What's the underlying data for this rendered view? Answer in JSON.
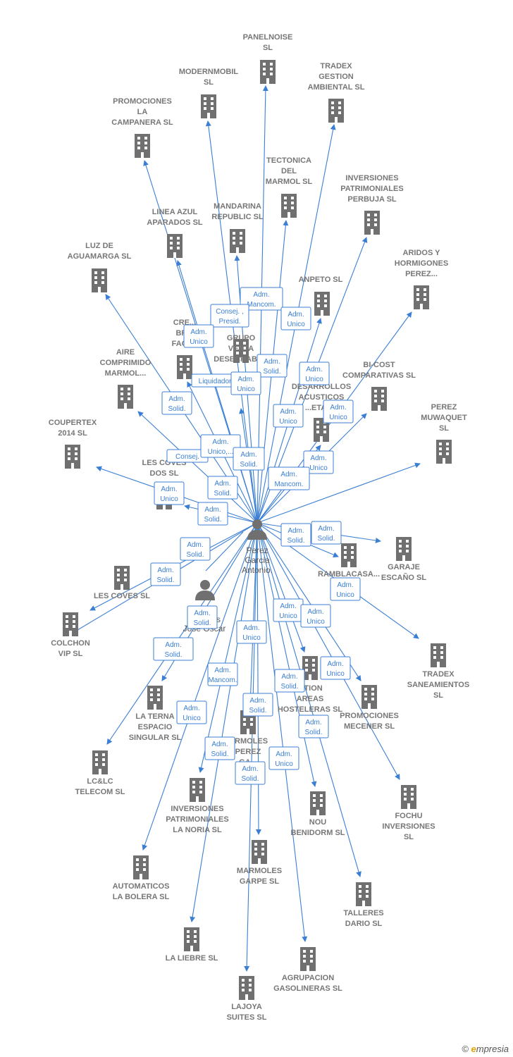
{
  "center": {
    "name_lines": [
      "Perez",
      "Garcia",
      "Antonio."
    ]
  },
  "person2": {
    "name_lines": [
      "...s",
      "Jose Oscar"
    ]
  },
  "companies": [
    {
      "id": "panelnoise",
      "lines": [
        "PANELNOISE",
        "SL"
      ]
    },
    {
      "id": "modernmobil",
      "lines": [
        "MODERNMOBIL",
        "SL"
      ]
    },
    {
      "id": "tradex-gestion",
      "lines": [
        "TRADEX",
        "GESTION",
        "AMBIENTAL  SL"
      ]
    },
    {
      "id": "promociones-campanera",
      "lines": [
        "PROMOCIONES",
        "LA",
        "CAMPANERA SL"
      ]
    },
    {
      "id": "tectonica",
      "lines": [
        "TECTONICA",
        "DEL",
        "MARMOL  SL"
      ]
    },
    {
      "id": "inversiones-perbuja",
      "lines": [
        "INVERSIONES",
        "PATRIMONIALES",
        "PERBUJA SL"
      ]
    },
    {
      "id": "linea-azul",
      "lines": [
        "LINEA AZUL",
        "APARADOS SL"
      ]
    },
    {
      "id": "mandarina",
      "lines": [
        "MANDARINA",
        "REPUBLIC  SL"
      ]
    },
    {
      "id": "luz-aguamarga",
      "lines": [
        "LUZ DE",
        "AGUAMARGA SL"
      ]
    },
    {
      "id": "aridos",
      "lines": [
        "ARIDOS Y",
        "HORMIGONES",
        "PEREZ..."
      ]
    },
    {
      "id": "anpeto",
      "lines": [
        "ANPETO SL"
      ]
    },
    {
      "id": "crea",
      "lines": [
        "CRE...",
        "BR...",
        "FACT..."
      ]
    },
    {
      "id": "grupo-venta",
      "lines": [
        "GRUPO",
        "VENTA",
        "DESECHABL..."
      ]
    },
    {
      "id": "aire-comprimido",
      "lines": [
        "AIRE",
        "COMPRIMIDO",
        "MARMOL..."
      ]
    },
    {
      "id": "bi-cost",
      "lines": [
        "BI-COST",
        "COMPARATIVAS SL"
      ]
    },
    {
      "id": "desarrollos",
      "lines": [
        "DESARROLLOS",
        "ACUSTICOS",
        "...ETAL..."
      ]
    },
    {
      "id": "coupertex",
      "lines": [
        "COUPERTEX",
        "2014  SL"
      ]
    },
    {
      "id": "perez-muwaquet",
      "lines": [
        "PEREZ",
        "MUWAQUET",
        "SL"
      ]
    },
    {
      "id": "les-coves-dos",
      "lines": [
        "LES COVES",
        "DOS  SL"
      ]
    },
    {
      "id": "garaje-escano",
      "lines": [
        "GARAJE",
        "ESCAÑO SL"
      ]
    },
    {
      "id": "ramblacasa",
      "lines": [
        "RAMBLACASA..."
      ]
    },
    {
      "id": "les-coves",
      "lines": [
        "LES COVES  SL"
      ]
    },
    {
      "id": "colchon-vip",
      "lines": [
        "COLCHON",
        "VIP  SL"
      ]
    },
    {
      "id": "tradex-saneamientos",
      "lines": [
        "TRADEX",
        "SANEAMIENTOS",
        "SL"
      ]
    },
    {
      "id": "gestion-areas",
      "lines": [
        "...TION",
        "AREAS",
        "HOSTELERAS SL"
      ]
    },
    {
      "id": "promociones-mecener",
      "lines": [
        "PROMOCIONES",
        "MECENER SL"
      ]
    },
    {
      "id": "la-terna",
      "lines": [
        "LA TERNA",
        "ESPACIO",
        "SINGULAR  SL"
      ]
    },
    {
      "id": "marmoles-perez",
      "lines": [
        "...RMOLES",
        "PEREZ",
        "GA..."
      ]
    },
    {
      "id": "lclc",
      "lines": [
        "LC&LC",
        "TELECOM  SL"
      ]
    },
    {
      "id": "fochu",
      "lines": [
        "FOCHU",
        "INVERSIONES",
        "SL"
      ]
    },
    {
      "id": "inversiones-noria",
      "lines": [
        "INVERSIONES",
        "PATRIMONIALES",
        "LA NORIA SL"
      ]
    },
    {
      "id": "nou-benidorm",
      "lines": [
        "NOU",
        "BENIDORM  SL"
      ]
    },
    {
      "id": "automaticos",
      "lines": [
        "AUTOMATICOS",
        "LA BOLERA  SL"
      ]
    },
    {
      "id": "marmoles-garpe",
      "lines": [
        "MARMOLES",
        "GARPE  SL"
      ]
    },
    {
      "id": "talleres-dario",
      "lines": [
        "TALLERES",
        "DARIO  SL"
      ]
    },
    {
      "id": "la-liebre",
      "lines": [
        "LA LIEBRE  SL"
      ]
    },
    {
      "id": "agrupacion",
      "lines": [
        "AGRUPACION",
        "GASOLINERAS SL"
      ]
    },
    {
      "id": "lajoya",
      "lines": [
        "LAJOYA",
        "SUITES SL"
      ]
    }
  ],
  "relations": [
    {
      "lines": [
        "Adm.",
        "Mancom."
      ]
    },
    {
      "lines": [
        "Consej. ,",
        "Presid."
      ]
    },
    {
      "lines": [
        "Adm.",
        "Unico"
      ]
    },
    {
      "lines": [
        "Adm.",
        "Unico"
      ]
    },
    {
      "lines": [
        "Adm.",
        "Solid."
      ]
    },
    {
      "lines": [
        "Adm.",
        "Unico"
      ]
    },
    {
      "lines": [
        "Liquidador"
      ]
    },
    {
      "lines": [
        "Adm.",
        "Unico"
      ]
    },
    {
      "lines": [
        "Adm.",
        "Solid."
      ]
    },
    {
      "lines": [
        "Adm.",
        "Unico"
      ]
    },
    {
      "lines": [
        "Adm.",
        "Unico"
      ]
    },
    {
      "lines": [
        "Consej."
      ]
    },
    {
      "lines": [
        "Adm.",
        "Unico,..."
      ]
    },
    {
      "lines": [
        "Adm.",
        "Solid."
      ]
    },
    {
      "lines": [
        "Adm.",
        "Unico"
      ]
    },
    {
      "lines": [
        "Adm.",
        "Mancom."
      ]
    },
    {
      "lines": [
        "Adm.",
        "Unico"
      ]
    },
    {
      "lines": [
        "Adm.",
        "Solid."
      ]
    },
    {
      "lines": [
        "Adm.",
        "Solid."
      ]
    },
    {
      "lines": [
        "Adm.",
        "Solid."
      ]
    },
    {
      "lines": [
        "Adm.",
        "Solid."
      ]
    },
    {
      "lines": [
        "Adm.",
        "Solid."
      ]
    },
    {
      "lines": [
        "Adm.",
        "Solid."
      ]
    },
    {
      "lines": [
        "Adm.",
        "Unico"
      ]
    },
    {
      "lines": [
        "Adm.",
        "Solid."
      ]
    },
    {
      "lines": [
        "Adm.",
        "Unico"
      ]
    },
    {
      "lines": [
        "Adm.",
        "Unico"
      ]
    },
    {
      "lines": [
        "Adm.",
        "Solid."
      ]
    },
    {
      "lines": [
        "Adm.",
        "Mancom."
      ]
    },
    {
      "lines": [
        "Adm.",
        "Unico"
      ]
    },
    {
      "lines": [
        "Adm.",
        "Unico"
      ]
    },
    {
      "lines": [
        "Adm.",
        "Solid."
      ]
    },
    {
      "lines": [
        "Adm.",
        "Solid."
      ]
    },
    {
      "lines": [
        "Adm.",
        "Solid."
      ]
    },
    {
      "lines": [
        "Adm.",
        "Unico"
      ]
    },
    {
      "lines": [
        "Adm.",
        "Solid."
      ]
    },
    {
      "lines": [
        "Adm.",
        "Unico"
      ]
    },
    {
      "lines": [
        "Adm.",
        "Solid."
      ]
    }
  ],
  "footer": {
    "copyright": "©",
    "brand_e": "e",
    "brand_rest": "mpresia"
  }
}
